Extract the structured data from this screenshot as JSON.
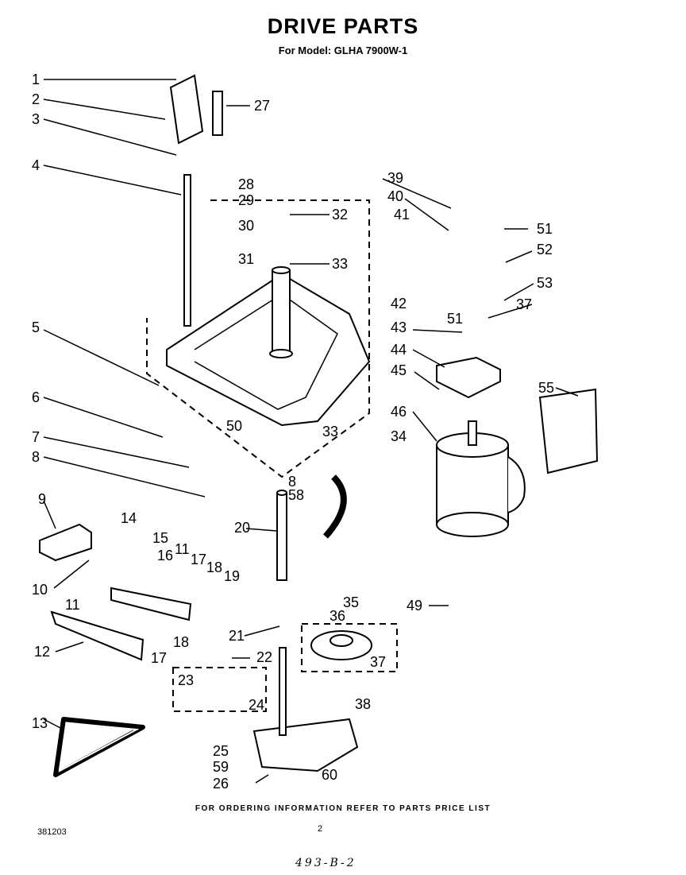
{
  "title": "DRIVE PARTS",
  "subtitle": "For Model: GLHA 7900W-1",
  "footer_note": "FOR ORDERING INFORMATION REFER TO PARTS PRICE LIST",
  "doc_number": "381203",
  "page_number": "2",
  "handwritten_note": "493-B-2",
  "callouts": [
    "1",
    "2",
    "3",
    "4",
    "5",
    "6",
    "7",
    "8",
    "9",
    "10",
    "11",
    "11",
    "12",
    "13",
    "14",
    "15",
    "16",
    "17",
    "17",
    "18",
    "18",
    "19",
    "20",
    "21",
    "22",
    "23",
    "24",
    "25",
    "26",
    "27",
    "28",
    "29",
    "30",
    "31",
    "32",
    "33",
    "33",
    "34",
    "35",
    "36",
    "37",
    "37",
    "38",
    "39",
    "40",
    "41",
    "42",
    "43",
    "44",
    "45",
    "46",
    "49",
    "50",
    "51",
    "51",
    "52",
    "53",
    "55",
    "58",
    "59",
    "60",
    "8"
  ]
}
